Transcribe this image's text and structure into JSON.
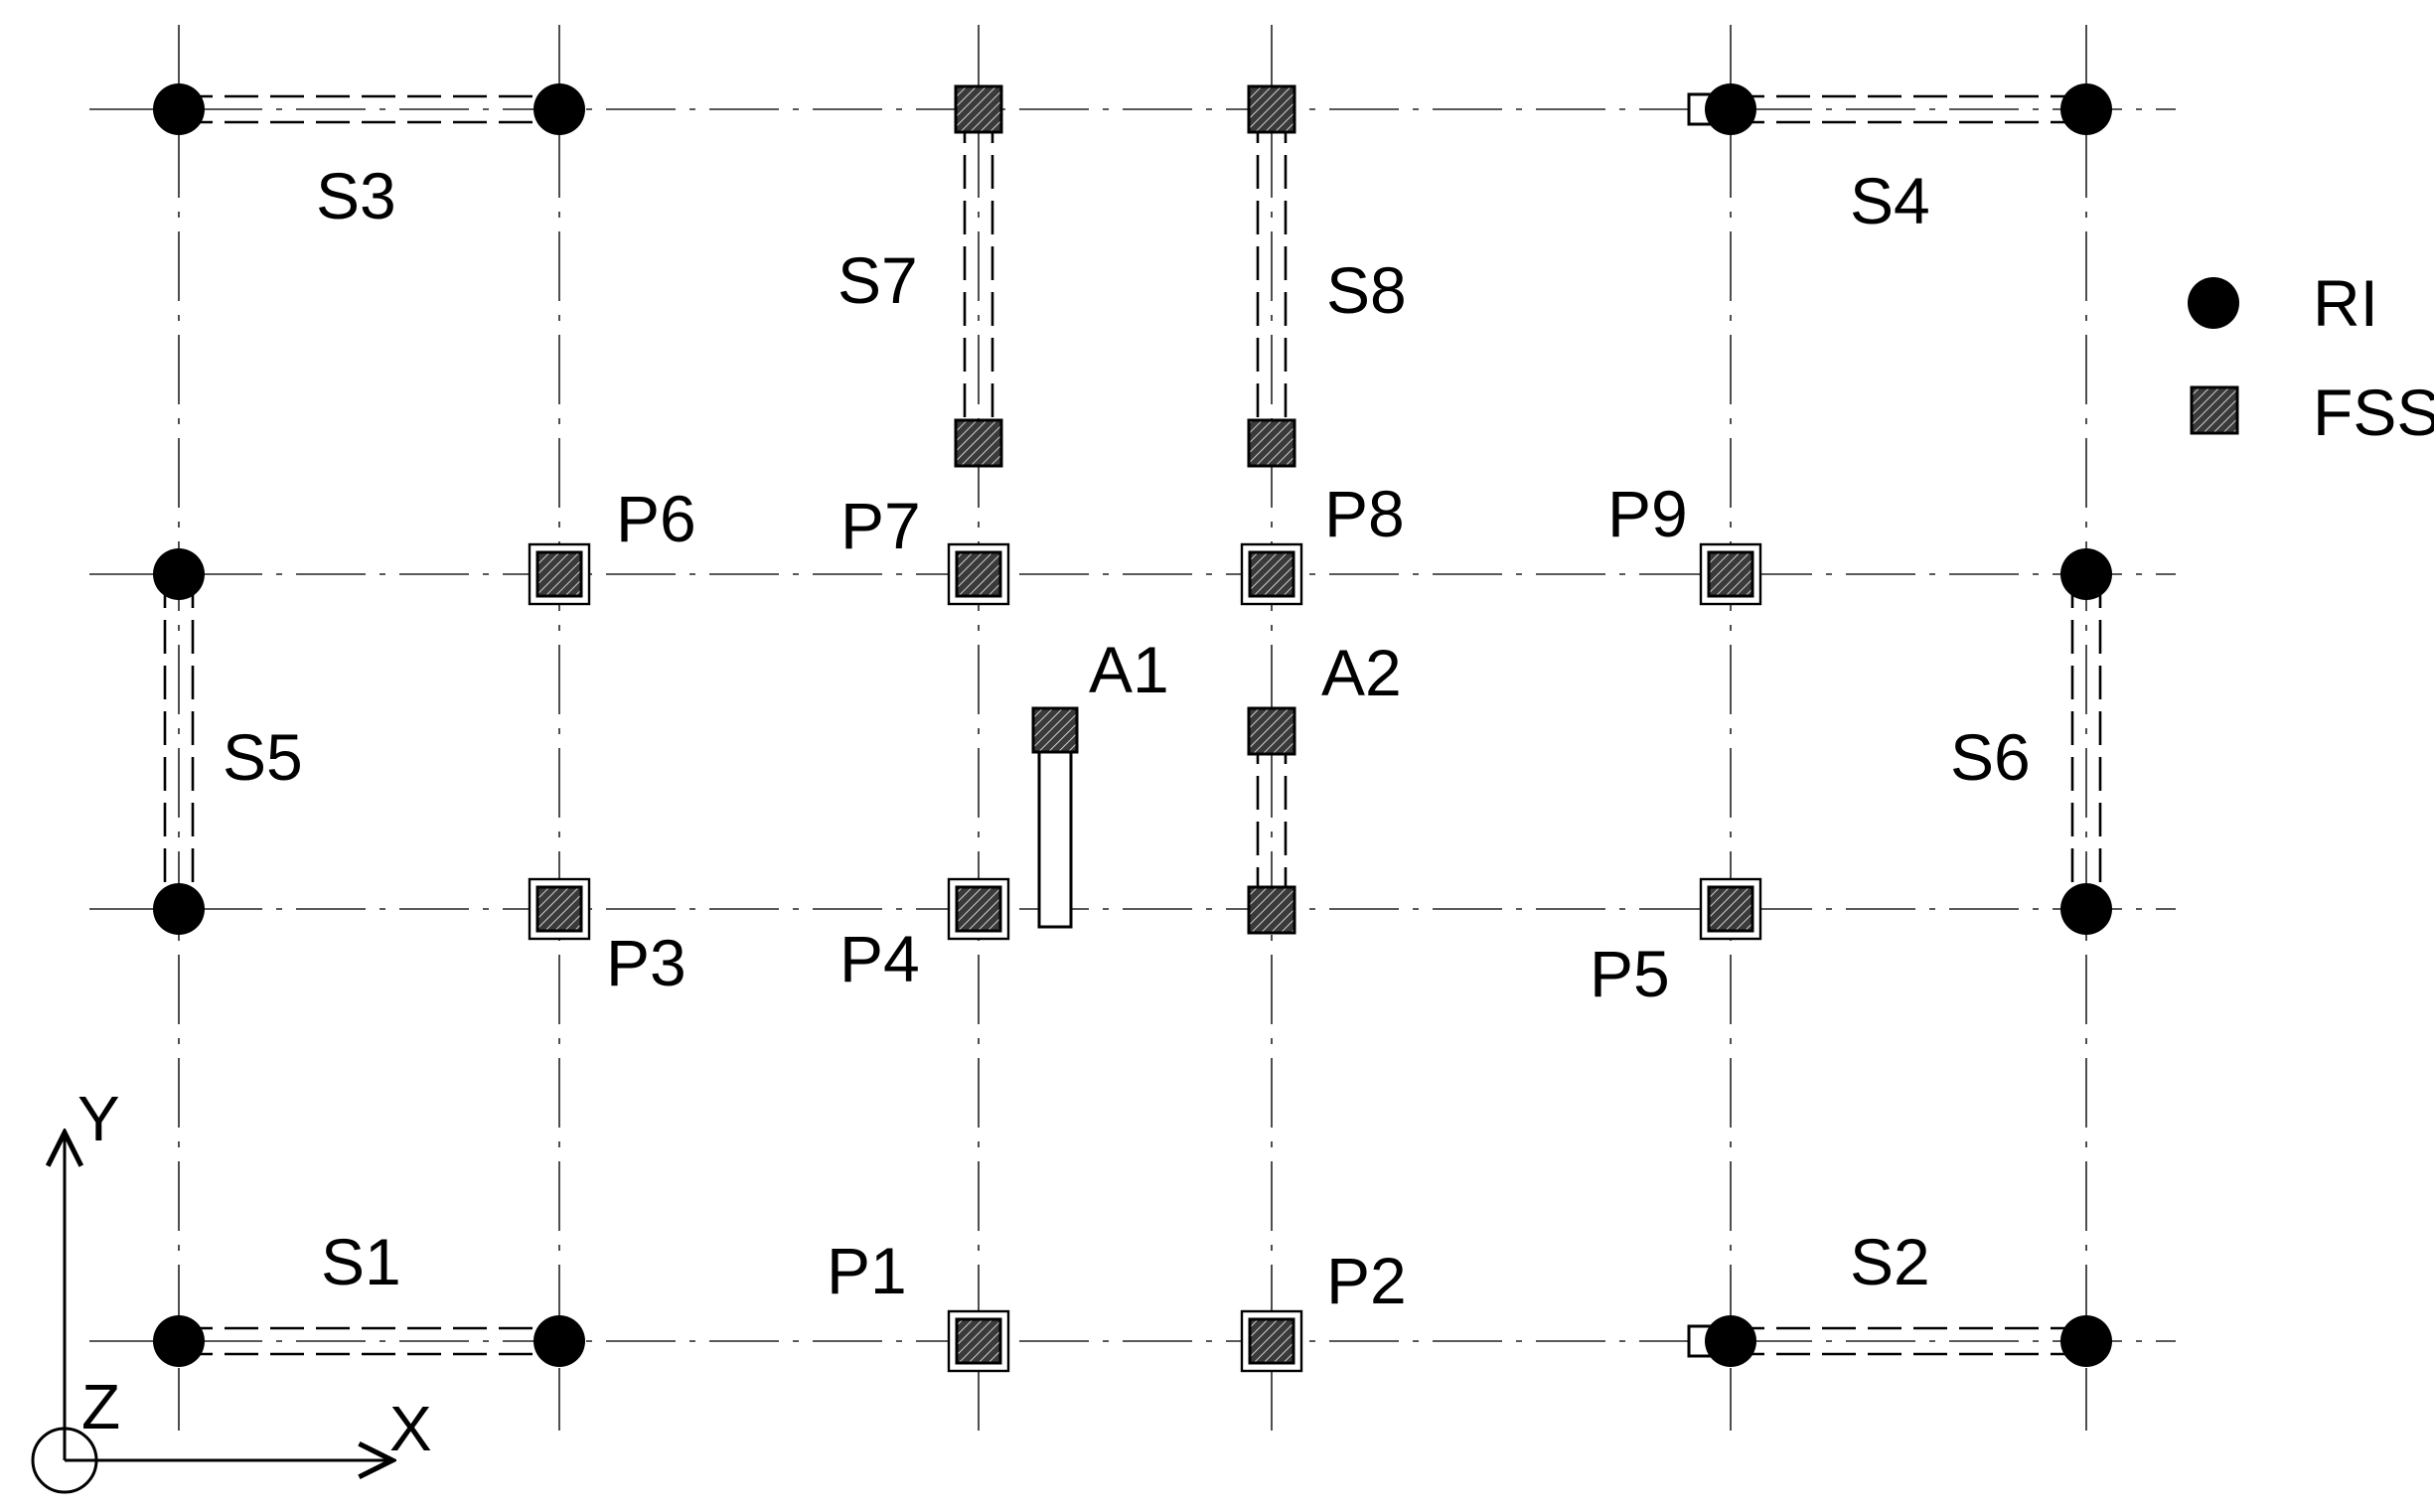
{
  "legend": {
    "ri_label": "RI",
    "fss_label": "FSS"
  },
  "axes": {
    "x_label": "X",
    "y_label": "Y",
    "z_label": "Z"
  },
  "labels": {
    "s1": "S1",
    "s2": "S2",
    "s3": "S3",
    "s4": "S4",
    "s5": "S5",
    "s6": "S6",
    "s7": "S7",
    "s8": "S8",
    "p1": "P1",
    "p2": "P2",
    "p3": "P3",
    "p4": "P4",
    "p5": "P5",
    "p6": "P6",
    "p7": "P7",
    "p8": "P8",
    "p9": "P9",
    "a1": "A1",
    "a2": "A2"
  }
}
